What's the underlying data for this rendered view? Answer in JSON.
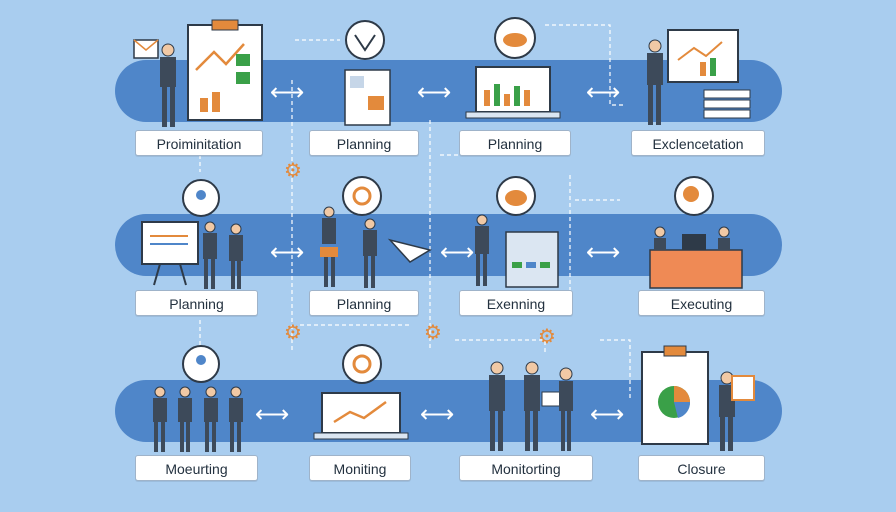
{
  "rows": [
    {
      "labels": [
        "Proiminitation",
        "Planning",
        "Planning",
        "Exclencetation"
      ]
    },
    {
      "labels": [
        "Planning",
        "Planning",
        "Exenning",
        "Executing"
      ]
    },
    {
      "labels": [
        "Moeurting",
        "Moniting",
        "Monitorting",
        "Closure"
      ]
    }
  ],
  "colors": {
    "background": "#a9cdef",
    "band": "#4f86c9",
    "accent": "#e38a3c",
    "green": "#3aa048"
  },
  "icons": [
    "envelope-icon",
    "clipboard-icon",
    "gear-icon",
    "cloud-icon",
    "pie-chart-icon",
    "paper-plane-icon",
    "laptop-icon",
    "presentation-board-icon",
    "desk-icon",
    "person-icon"
  ]
}
